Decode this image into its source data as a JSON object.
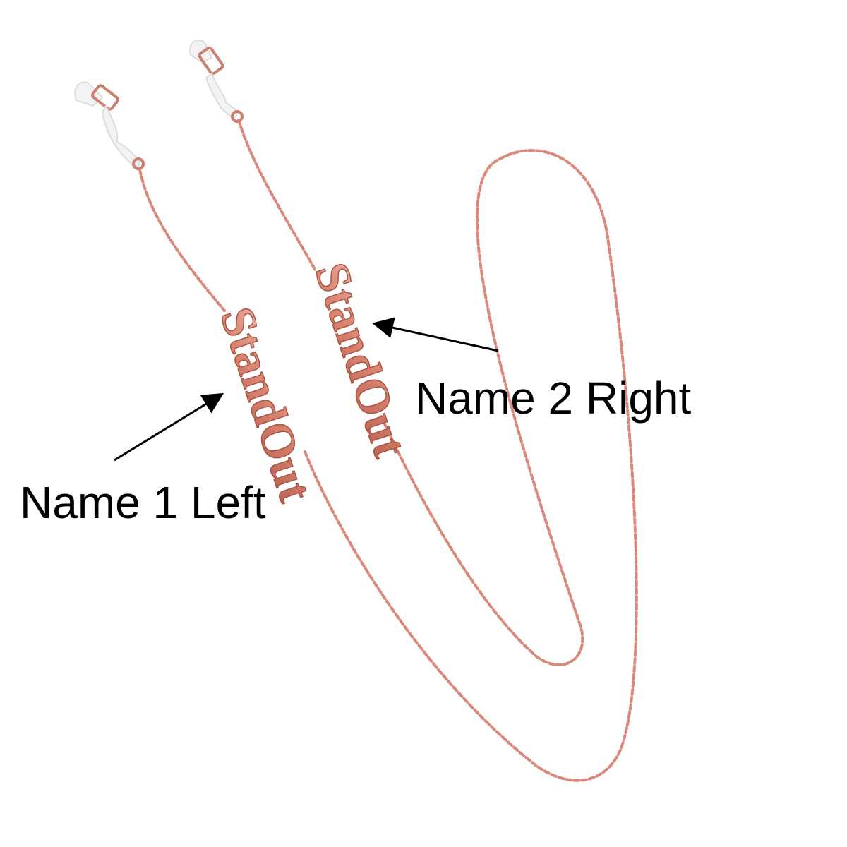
{
  "labels": {
    "left": "Name 1 Left",
    "right": "Name 2 Right"
  },
  "pendant_text": "StandOut",
  "colors": {
    "chain": "#d9897a",
    "chain_dark": "#b8624f",
    "arrow": "#000000",
    "rubber": "#f2f2f2",
    "label": "#000000"
  }
}
